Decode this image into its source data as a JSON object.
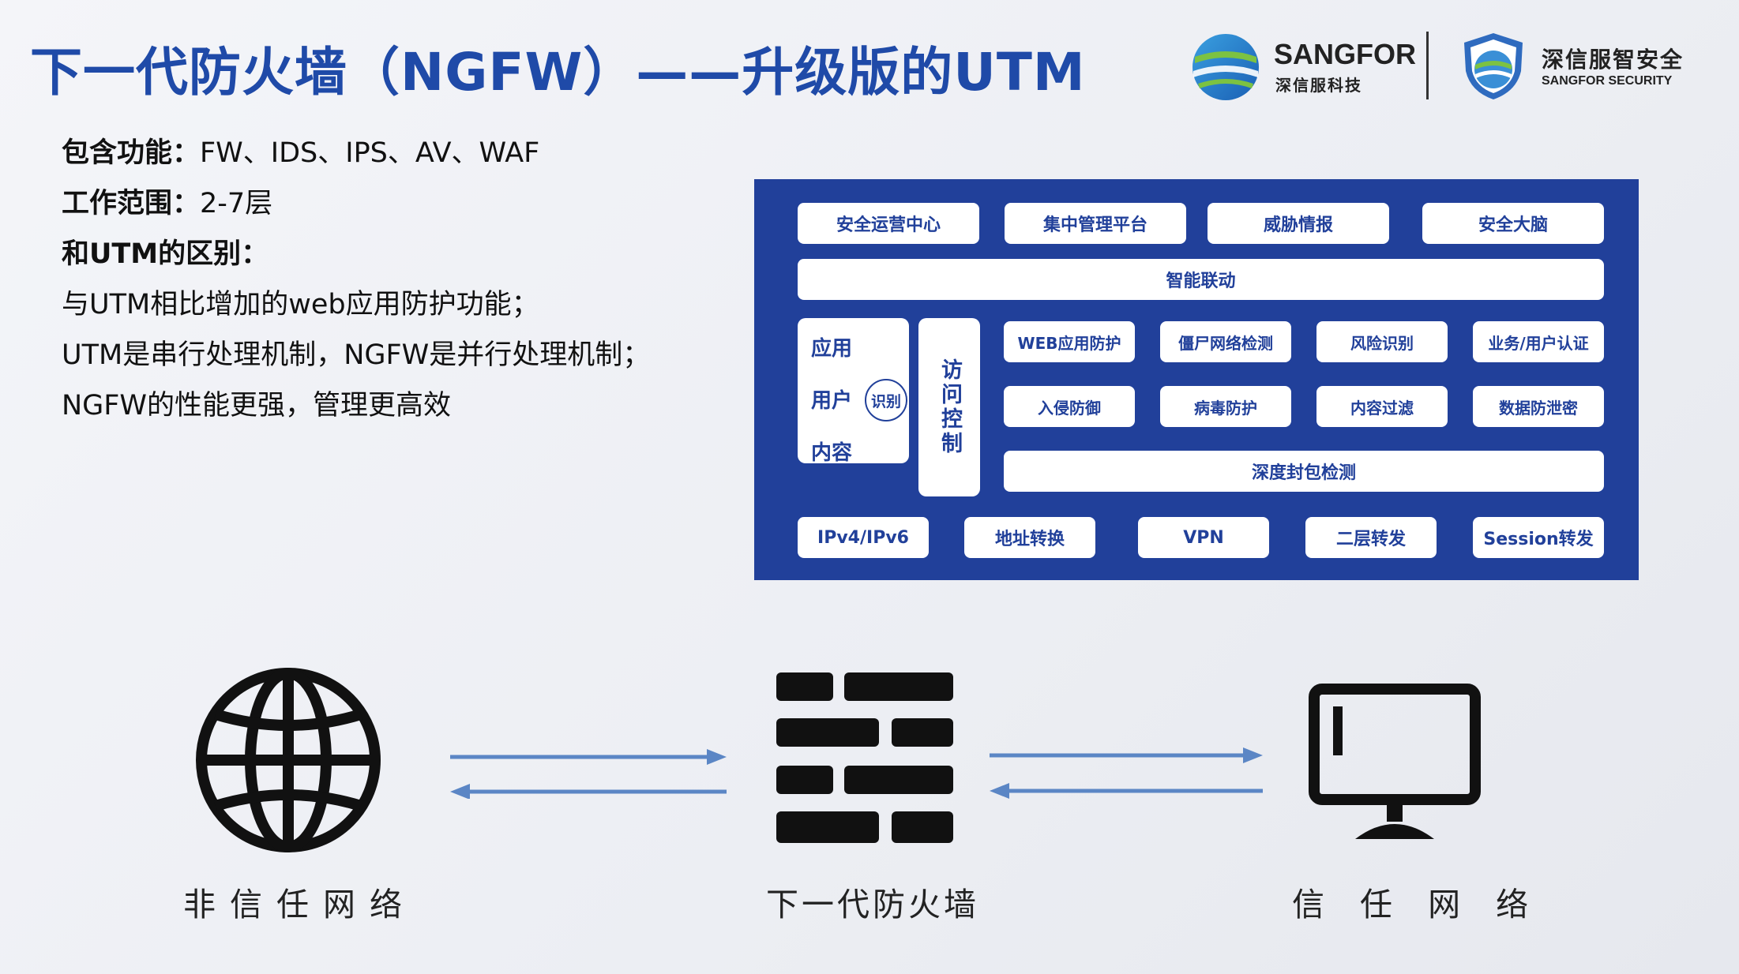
{
  "title": "下一代防火墙（NGFW）——升级版的UTM",
  "logos": {
    "sangfor": {
      "name": "SANGFOR",
      "cn": "深信服科技"
    },
    "security": {
      "cn": "深信服智安全",
      "en": "SANGFOR SECURITY"
    }
  },
  "text": {
    "features_label": "包含功能：",
    "features_value": "FW、IDS、IPS、AV、WAF",
    "scope_label": "工作范围：",
    "scope_value": "2-7层",
    "diff_label": "和UTM的区别：",
    "diff_1": "与UTM相比增加的web应用防护功能；",
    "diff_2": "UTM是串行处理机制，NGFW是并行处理机制；",
    "diff_3": "NGFW的性能更强，管理更高效"
  },
  "arch": {
    "top": [
      "安全运营中心",
      "集中管理平台",
      "威胁情报",
      "安全大脑"
    ],
    "linkage": "智能联动",
    "app": "应用",
    "user": "用户",
    "identify": "识别",
    "content": "内容",
    "access": "访问控制",
    "row1": [
      "WEB应用防护",
      "僵尸网络检测",
      "风险识别",
      "业务/用户认证"
    ],
    "row2": [
      "入侵防御",
      "病毒防护",
      "内容过滤",
      "数据防泄密"
    ],
    "dpi": "深度封包检测",
    "bottom": [
      "IPv4/IPv6",
      "地址转换",
      "VPN",
      "二层转发",
      "Session转发"
    ]
  },
  "flow": {
    "untrusted": "非信任网络",
    "firewall": "下一代防火墙",
    "trusted": "信 任 网 络",
    "arrow_color": "#5b86c5"
  }
}
